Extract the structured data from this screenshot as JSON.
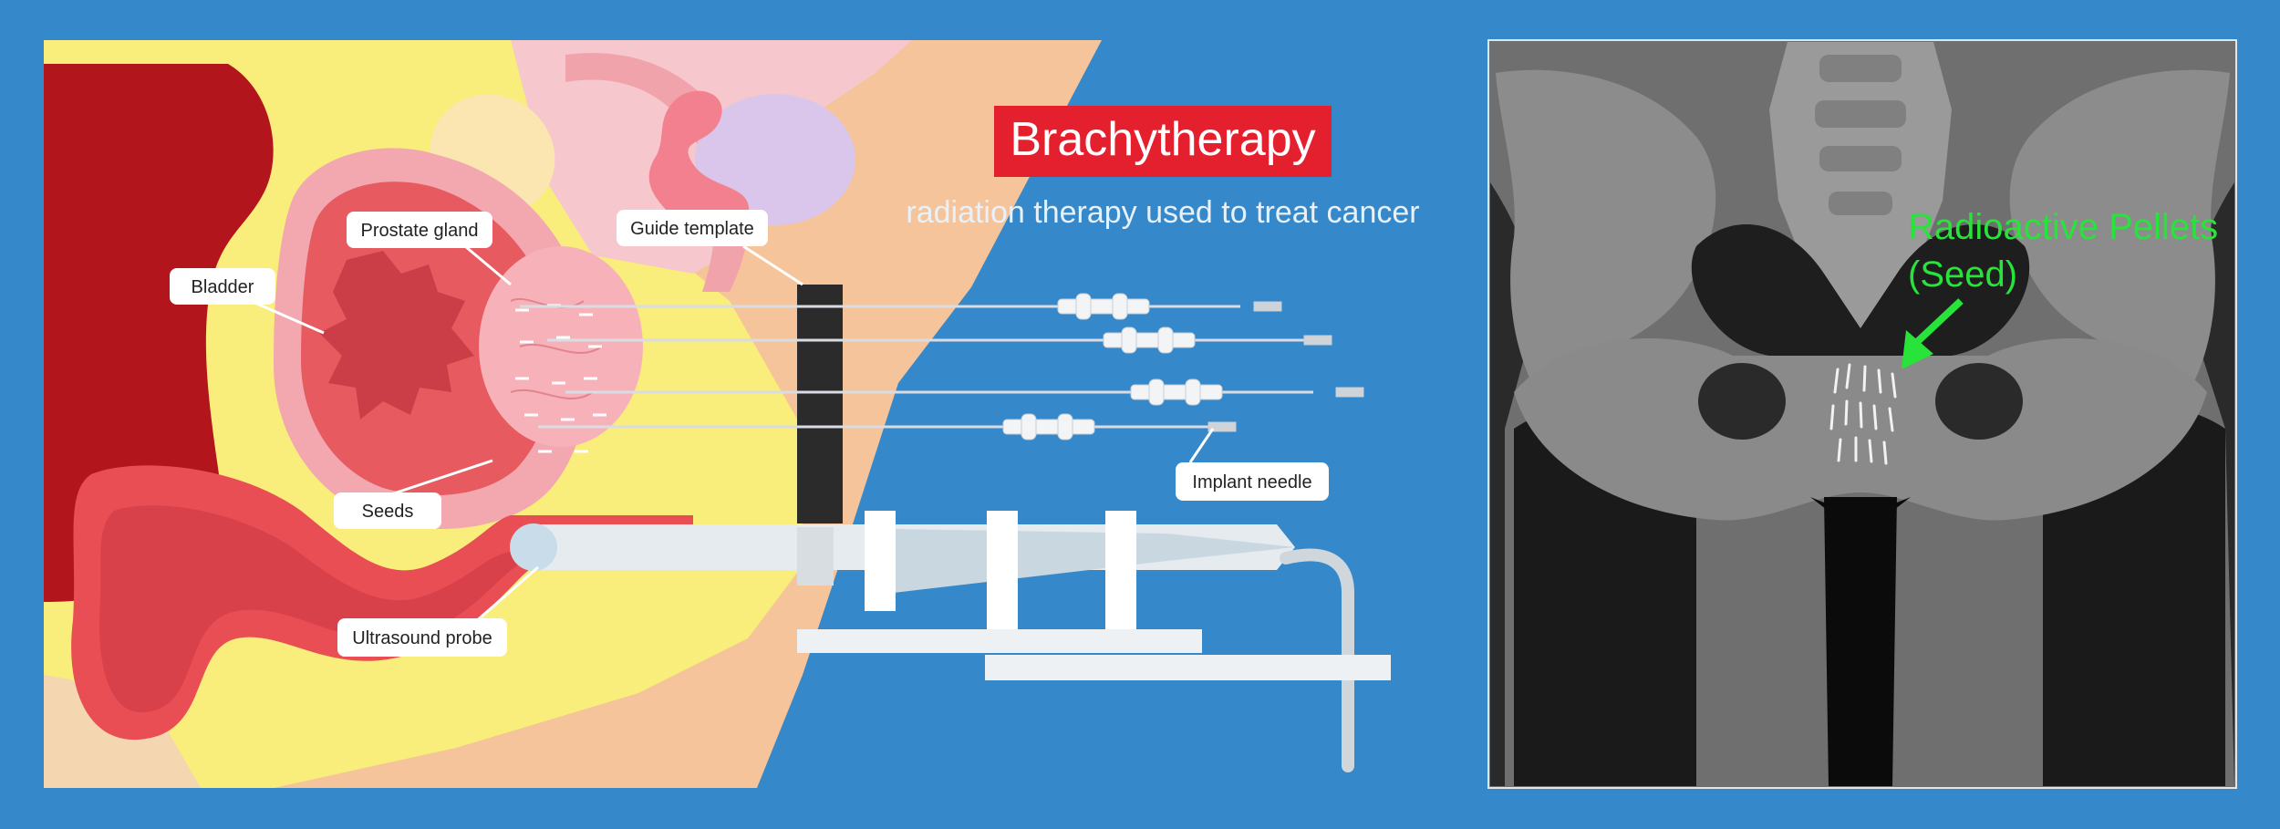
{
  "title": "Brachytherapy",
  "subtitle": "radiation therapy used to treat cancer",
  "labels": {
    "prostate": "Prostate gland",
    "guide": "Guide template",
    "bladder": "Bladder",
    "seeds": "Seeds",
    "ultrasound": "Ultrasound probe",
    "needle": "Implant needle"
  },
  "xray": {
    "annotation_line1": "Radioactive Pellets",
    "annotation_line2": "(Seed)"
  },
  "colors": {
    "background": "#3588c9",
    "title_bg": "#e5202e",
    "annotation": "#27e33a",
    "xray_bg": "#6f6f6f"
  }
}
